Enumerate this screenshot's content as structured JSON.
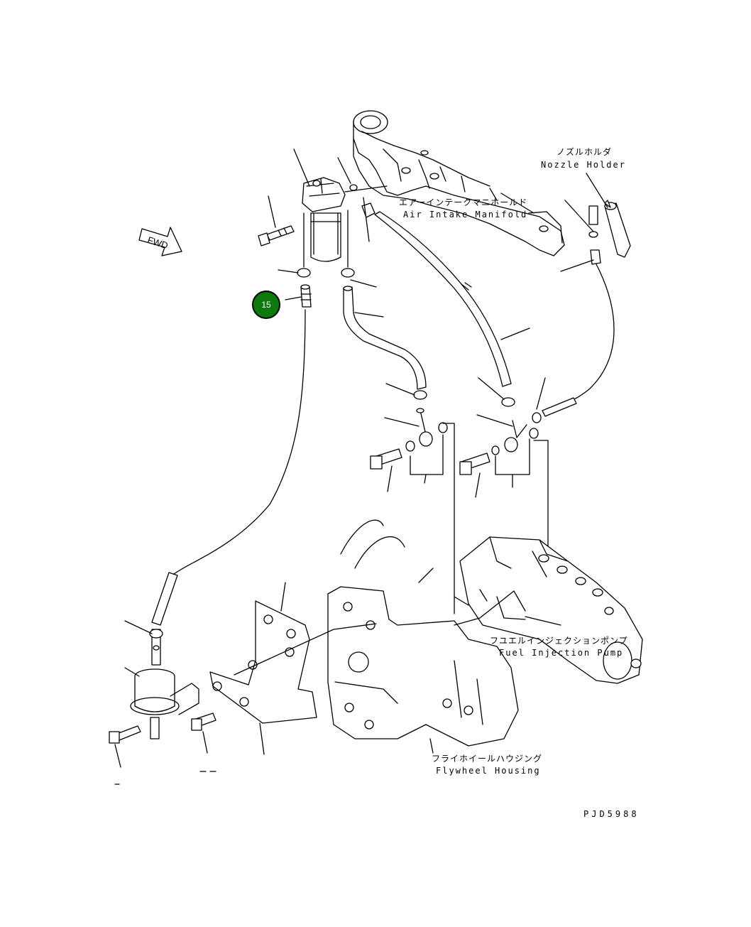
{
  "diagram": {
    "drawing_number": "PJD5988",
    "fwd_label": "FWD",
    "callout": {
      "number": "15",
      "color": "#0b7a0b"
    },
    "labels": {
      "air_intake_manifold": {
        "jp": "エアーインテークマニホールド",
        "en": "Air Intake Manifold"
      },
      "nozzle_holder": {
        "jp": "ノズルホルダ",
        "en": "Nozzle Holder"
      },
      "fuel_injection_pump": {
        "jp": "フユエルインジェクションポンプ",
        "en": "Fuel Injection Pump"
      },
      "flywheel_housing": {
        "jp": "フライホイールハウジング",
        "en": "Flywheel Housing"
      }
    }
  }
}
